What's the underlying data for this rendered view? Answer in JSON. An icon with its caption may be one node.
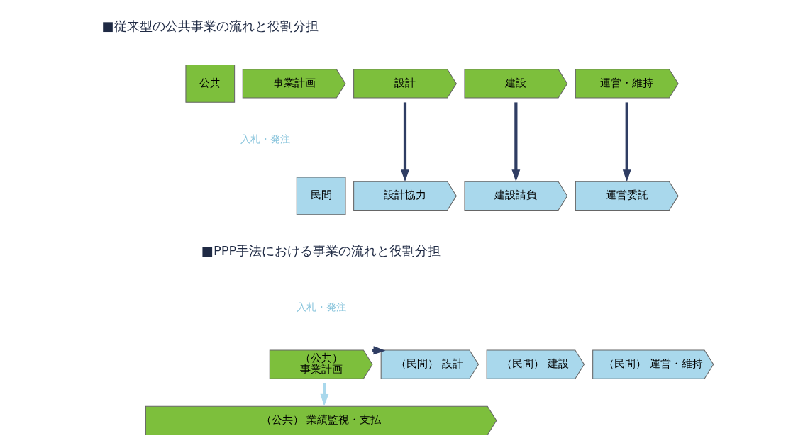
{
  "diagram": {
    "nodes": [
      {
        "text": [
          "公共"
        ]
      },
      {
        "text": [
          "民間"
        ]
      },
      {
        "text": [
          "事業計画"
        ]
      },
      {
        "text": [
          "設計"
        ]
      },
      {
        "text": [
          "建設"
        ]
      },
      {
        "text": [
          "運営・維持"
        ]
      },
      {
        "text": [
          "設計協力"
        ]
      },
      {
        "text": [
          "建設請負"
        ]
      },
      {
        "text": [
          "運営委託"
        ]
      },
      {
        "text": [
          "（公共）",
          "事業計画"
        ]
      },
      {
        "text": [
          "（民間） 設計"
        ]
      },
      {
        "text": [
          "（民間） 建設"
        ]
      },
      {
        "text": [
          "（民間） 運営・維持"
        ]
      },
      {
        "text": [
          "（公共） 業績監視・支払"
        ]
      }
    ],
    "edges": [
      {
        "from": 3,
        "to": 6,
        "arrow": "to"
      },
      {
        "from": 4,
        "to": 7,
        "arrow": "to"
      },
      {
        "from": 5,
        "to": 8,
        "arrow": "to"
      },
      {
        "from": 9,
        "to": 10,
        "arrow": "to"
      },
      {
        "from": 9,
        "to": 13,
        "arrow": "to",
        "color": "#a9d8ec"
      }
    ],
    "labels": [
      "■従来型の公共事業の流れと役割分担",
      "入札・発注",
      "■PPP手法における事業の流れと役割分担",
      "入札・発注"
    ]
  }
}
